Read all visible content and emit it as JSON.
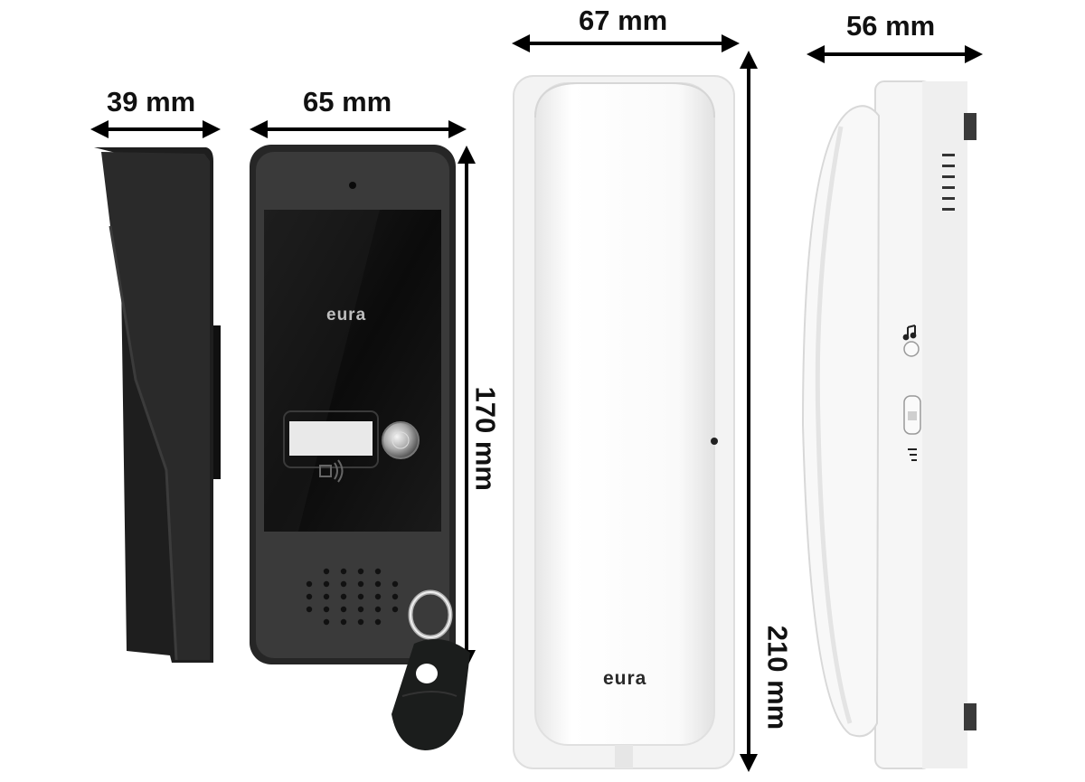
{
  "dimensions": {
    "side_depth": "39 mm",
    "panel_width": "65 mm",
    "panel_height": "170 mm",
    "handset_width": "67 mm",
    "handset_height": "210 mm",
    "handset_depth": "56 mm"
  },
  "brand": {
    "panel_logo": "eura",
    "handset_logo": "eura"
  },
  "colors": {
    "panel_body": "#2b2b2b",
    "panel_glass": "#0e0e0e",
    "handset_white": "#f4f4f4",
    "dimension_arrow": "#000000"
  }
}
